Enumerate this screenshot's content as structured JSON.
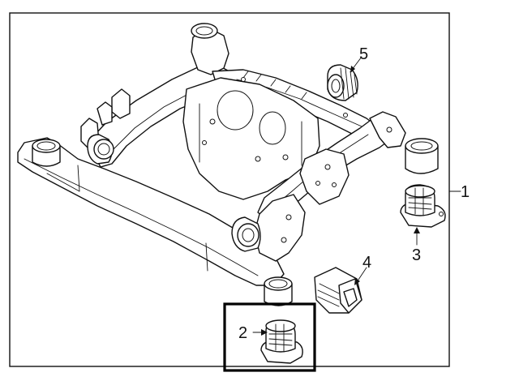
{
  "callouts": {
    "c1": "1",
    "c2": "2",
    "c3": "3",
    "c4": "4",
    "c5": "5"
  },
  "highlight_color": "#000000"
}
